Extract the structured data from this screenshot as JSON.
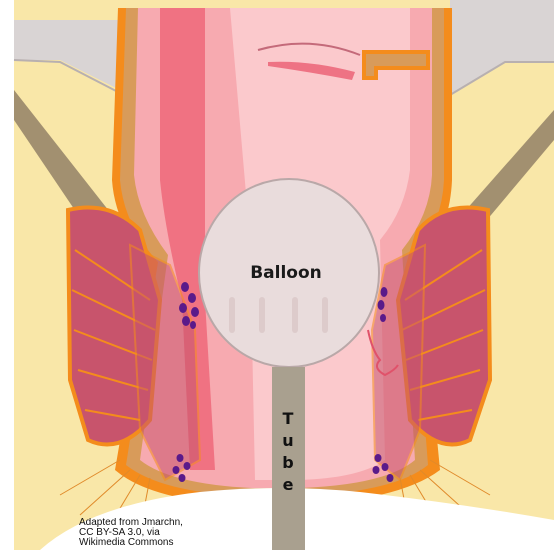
{
  "labels": {
    "balloon": "Balloon",
    "tube_letters": [
      "T",
      "u",
      "b",
      "e"
    ]
  },
  "attribution": {
    "lines": [
      "Adapted from Jmarchn,",
      "CC BY-SA 3.0, via",
      "Wikimedia Commons"
    ]
  },
  "colors": {
    "background": "#ffffff",
    "fat": "#f9e7a8",
    "bone_gray": "#d9d4d4",
    "rectum_pink": "#f7aab0",
    "rectum_light": "#fbc9cc",
    "mucosa_deep": "#ee5f73",
    "muscle": "#c8546c",
    "sphincter_orange": "#f48c1c",
    "balloon_fill": "#e9dcdc",
    "tube_fill": "#a9a08f",
    "veins": "#5a1a8a"
  }
}
